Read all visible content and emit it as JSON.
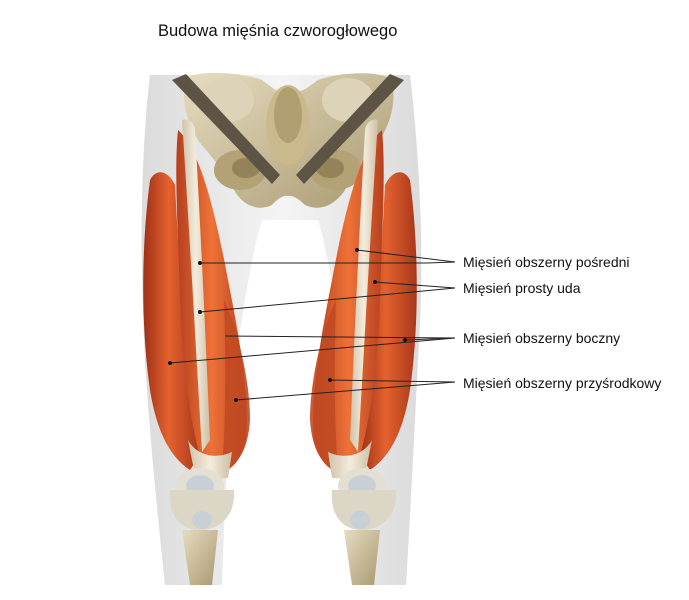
{
  "title": "Budowa mięśnia czworogłowego",
  "labels": [
    "Mięsień obszerny pośredni",
    "Mięsień prosty uda",
    "Mięsień obszerny boczny",
    "Mięsień obszerny przyśrodkowy"
  ],
  "colors": {
    "muscle": "#d9542a",
    "muscle_dark": "#a3321a",
    "tendon": "#e8dcc6",
    "bone": "#cbbf9c",
    "skin": "#e3e3e3",
    "leader_line": "#222222"
  }
}
